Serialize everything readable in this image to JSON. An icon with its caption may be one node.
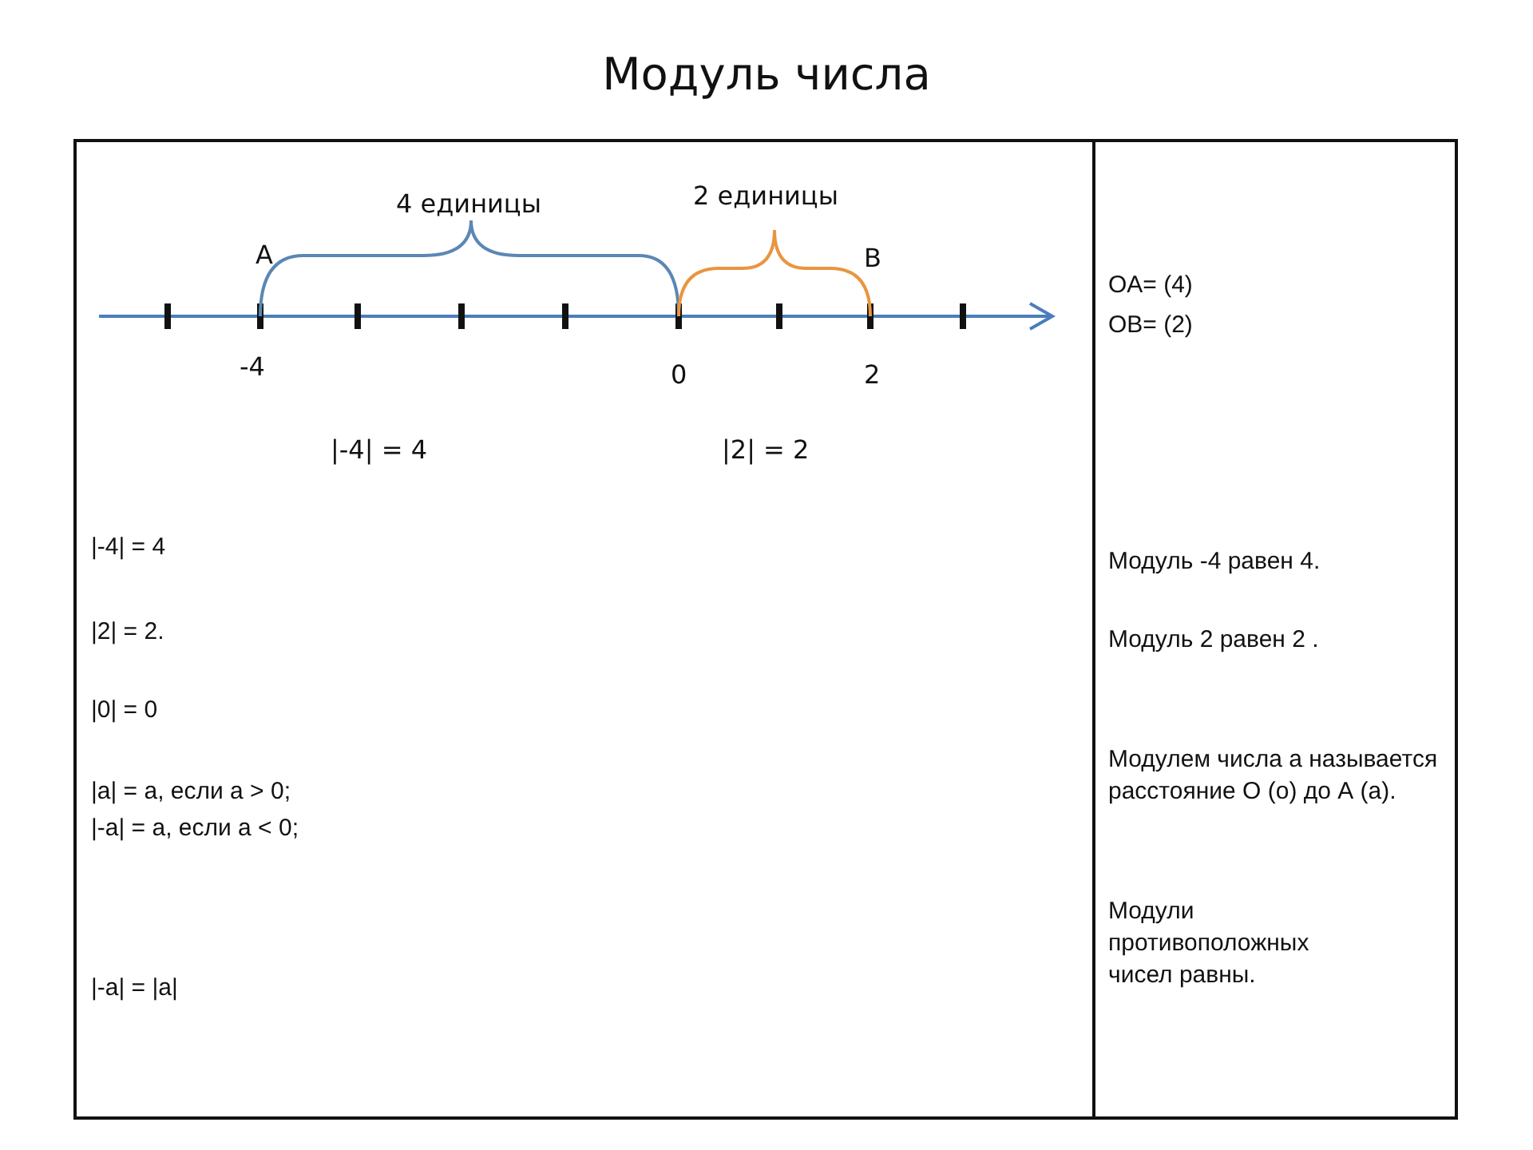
{
  "diagram": {
    "title": "Модуль числа",
    "labels": [
      "4 единицы",
      "2 единицы",
      "A",
      "B",
      "-4",
      "0",
      "2",
      "|-4| = 4",
      "|2| = 2",
      "OA= (4)",
      "OB= (2)",
      "|-4| = 4",
      "|2| = 2.",
      "|0| = 0",
      "|a| = a, если a > 0;",
      "|-a| = a, если a < 0;",
      "Модуль -4  равен 4.",
      "Модуль 2 равен 2 .",
      "Модулем числа а называется расстояние О (о) до А (а).",
      "Модули противоположных чисел равны.",
      "|-a| = |a|"
    ]
  }
}
